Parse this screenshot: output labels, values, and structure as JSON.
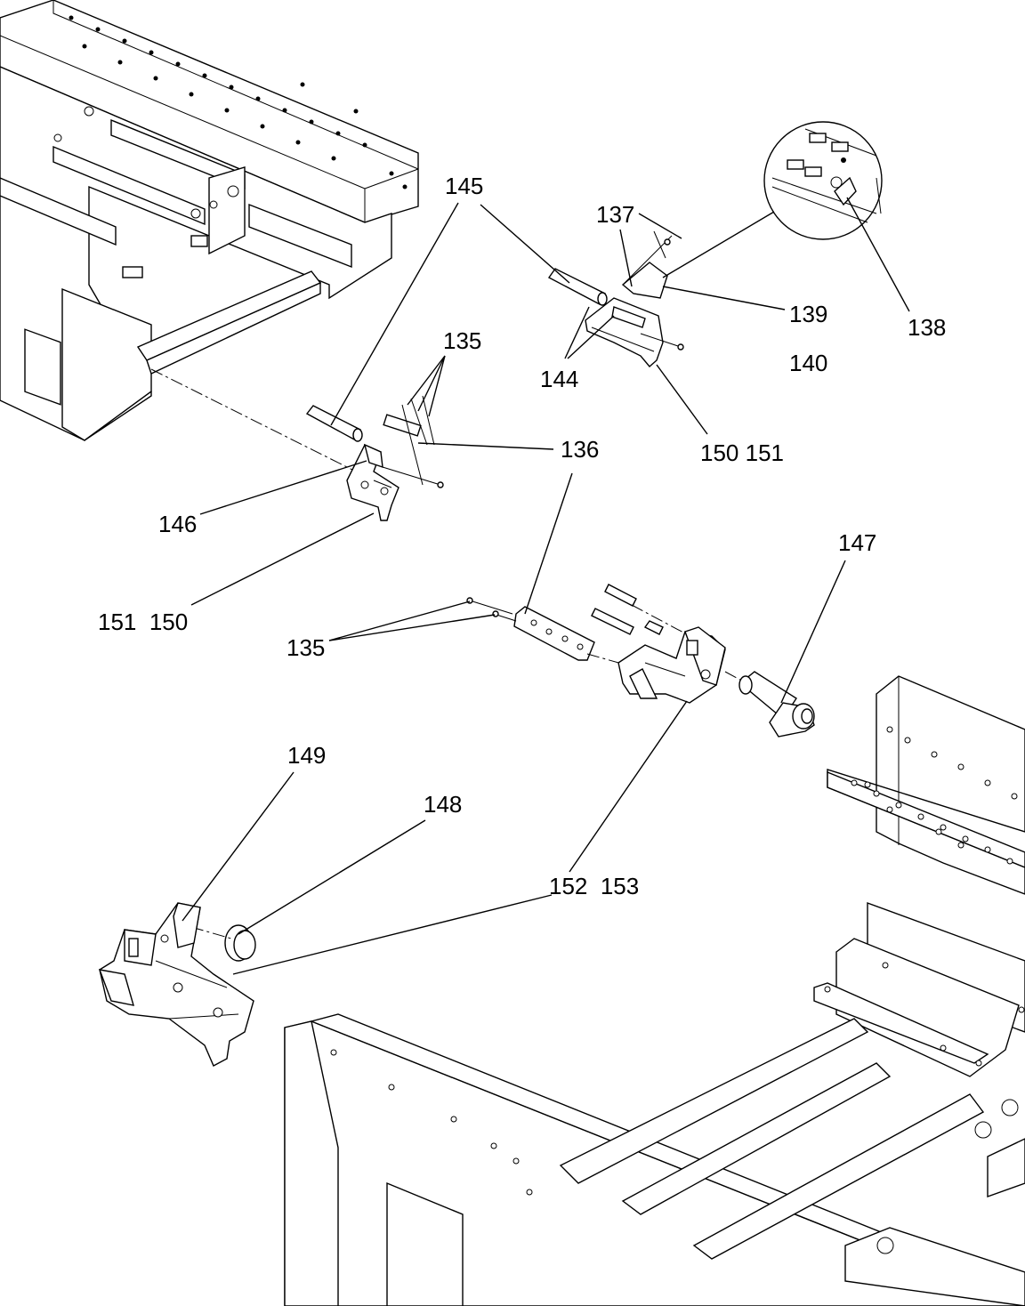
{
  "labels": {
    "l145": "145",
    "l137": "137",
    "l139": "139",
    "l138": "138",
    "l140": "140",
    "l144": "144",
    "l150_151_top": "150 151",
    "l135_top": "135",
    "l136": "136",
    "l146": "146",
    "l151_150": "151  150",
    "l147": "147",
    "l135_mid": "135",
    "l149": "149",
    "l148": "148",
    "l152_153": "152  153"
  }
}
